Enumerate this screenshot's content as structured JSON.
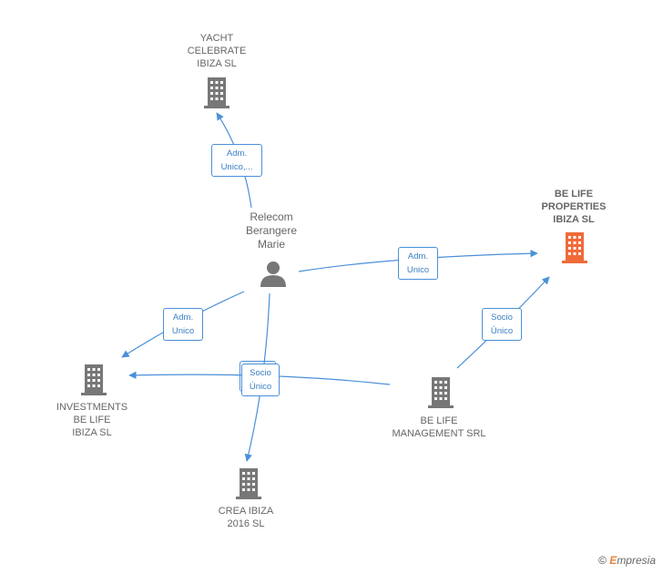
{
  "nodes": {
    "yacht": {
      "label": "YACHT\nCELEBRATE\nIBIZA  SL",
      "icon": "building-icon",
      "color": "#777777"
    },
    "belife_properties": {
      "label": "BE LIFE\nPROPERTIES\nIBIZA  SL",
      "icon": "building-icon",
      "color": "#f06a3a"
    },
    "relecom": {
      "label": "Relecom\nBerangere\nMarie",
      "icon": "person-icon",
      "color": "#777777"
    },
    "investments": {
      "label": "INVESTMENTS\nBE LIFE\nIBIZA  SL",
      "icon": "building-icon",
      "color": "#777777"
    },
    "belife_management": {
      "label": "BE LIFE\nMANAGEMENT SRL",
      "icon": "building-icon",
      "color": "#777777"
    },
    "crea": {
      "label": "CREA IBIZA\n2016  SL",
      "icon": "building-icon",
      "color": "#777777"
    }
  },
  "edges": {
    "relecom_yacht": "Adm.\nUnico,...",
    "relecom_properties": "Adm.\nUnico",
    "relecom_investments": "Adm.\nUnico",
    "socio_center": "Socio\nÚnico",
    "management_properties": "Socio\nÚnico"
  },
  "colors": {
    "edge": "#4a90d9",
    "building": "#777777",
    "highlight": "#f06a3a"
  },
  "watermark": {
    "copyright": "©",
    "brand_initial": "E",
    "brand_rest": "mpresia"
  }
}
